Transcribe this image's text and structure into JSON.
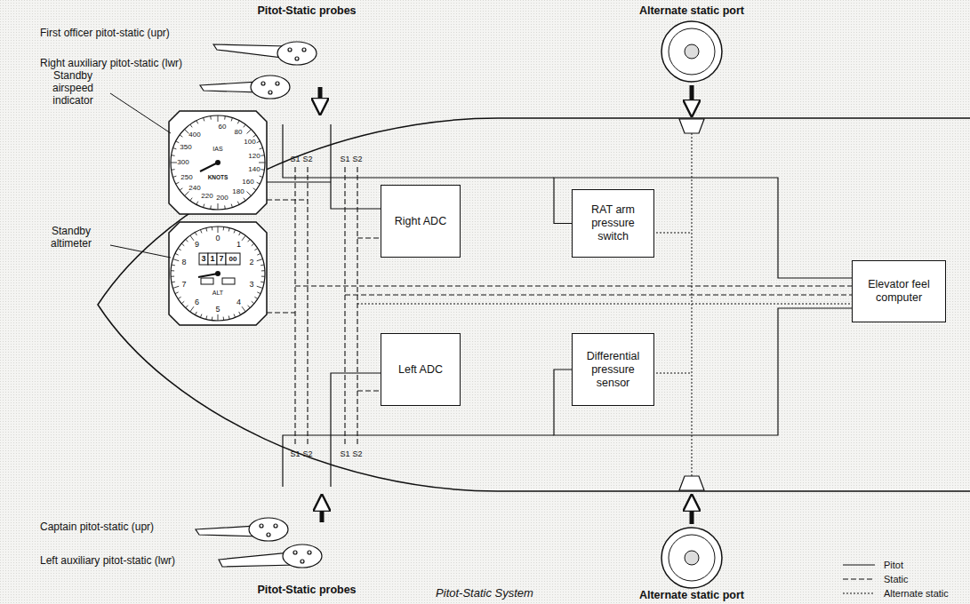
{
  "diagram": {
    "caption": "Pitot-Static System",
    "nodes": [
      {
        "text": [
          "Right ADC"
        ]
      },
      {
        "text": [
          "RAT arm pressure switch"
        ]
      },
      {
        "text": [
          "Elevator feel computer"
        ]
      },
      {
        "text": [
          "Left ADC"
        ]
      },
      {
        "text": [
          "Differential pressure sensor"
        ]
      }
    ],
    "edges": [
      {
        "from": 1,
        "to": 2,
        "arrow": "none"
      },
      {
        "from": 4,
        "to": 2,
        "arrow": "none"
      }
    ],
    "labels": [
      "Pitot-Static probes",
      "Alternate static port",
      "First officer pitot-static (upr)",
      "Right auxiliary pitot-static (lwr)",
      "S1",
      "S2",
      "S1",
      "S2",
      "Standby airspeed indicator",
      "400",
      "60",
      "80",
      "100",
      "120",
      "140",
      "160",
      "180",
      "200",
      "220",
      "240",
      "250",
      "300",
      "350",
      "IAS",
      "KNOTS",
      "Standby altimeter",
      "0",
      "1",
      "2",
      "3",
      "4",
      "5",
      "6",
      "7",
      "8",
      "9",
      "3",
      "1",
      "7",
      "00",
      "ALT",
      "S1",
      "S2",
      "S1",
      "S2",
      "Captain pitot-static (upr)",
      "Left auxiliary pitot-static (lwr)",
      "Pitot-Static probes",
      "Alternate static port"
    ],
    "legend": [
      {
        "text": "Pitot"
      },
      {
        "text": "Static"
      },
      {
        "text": "Alternate static"
      }
    ]
  }
}
